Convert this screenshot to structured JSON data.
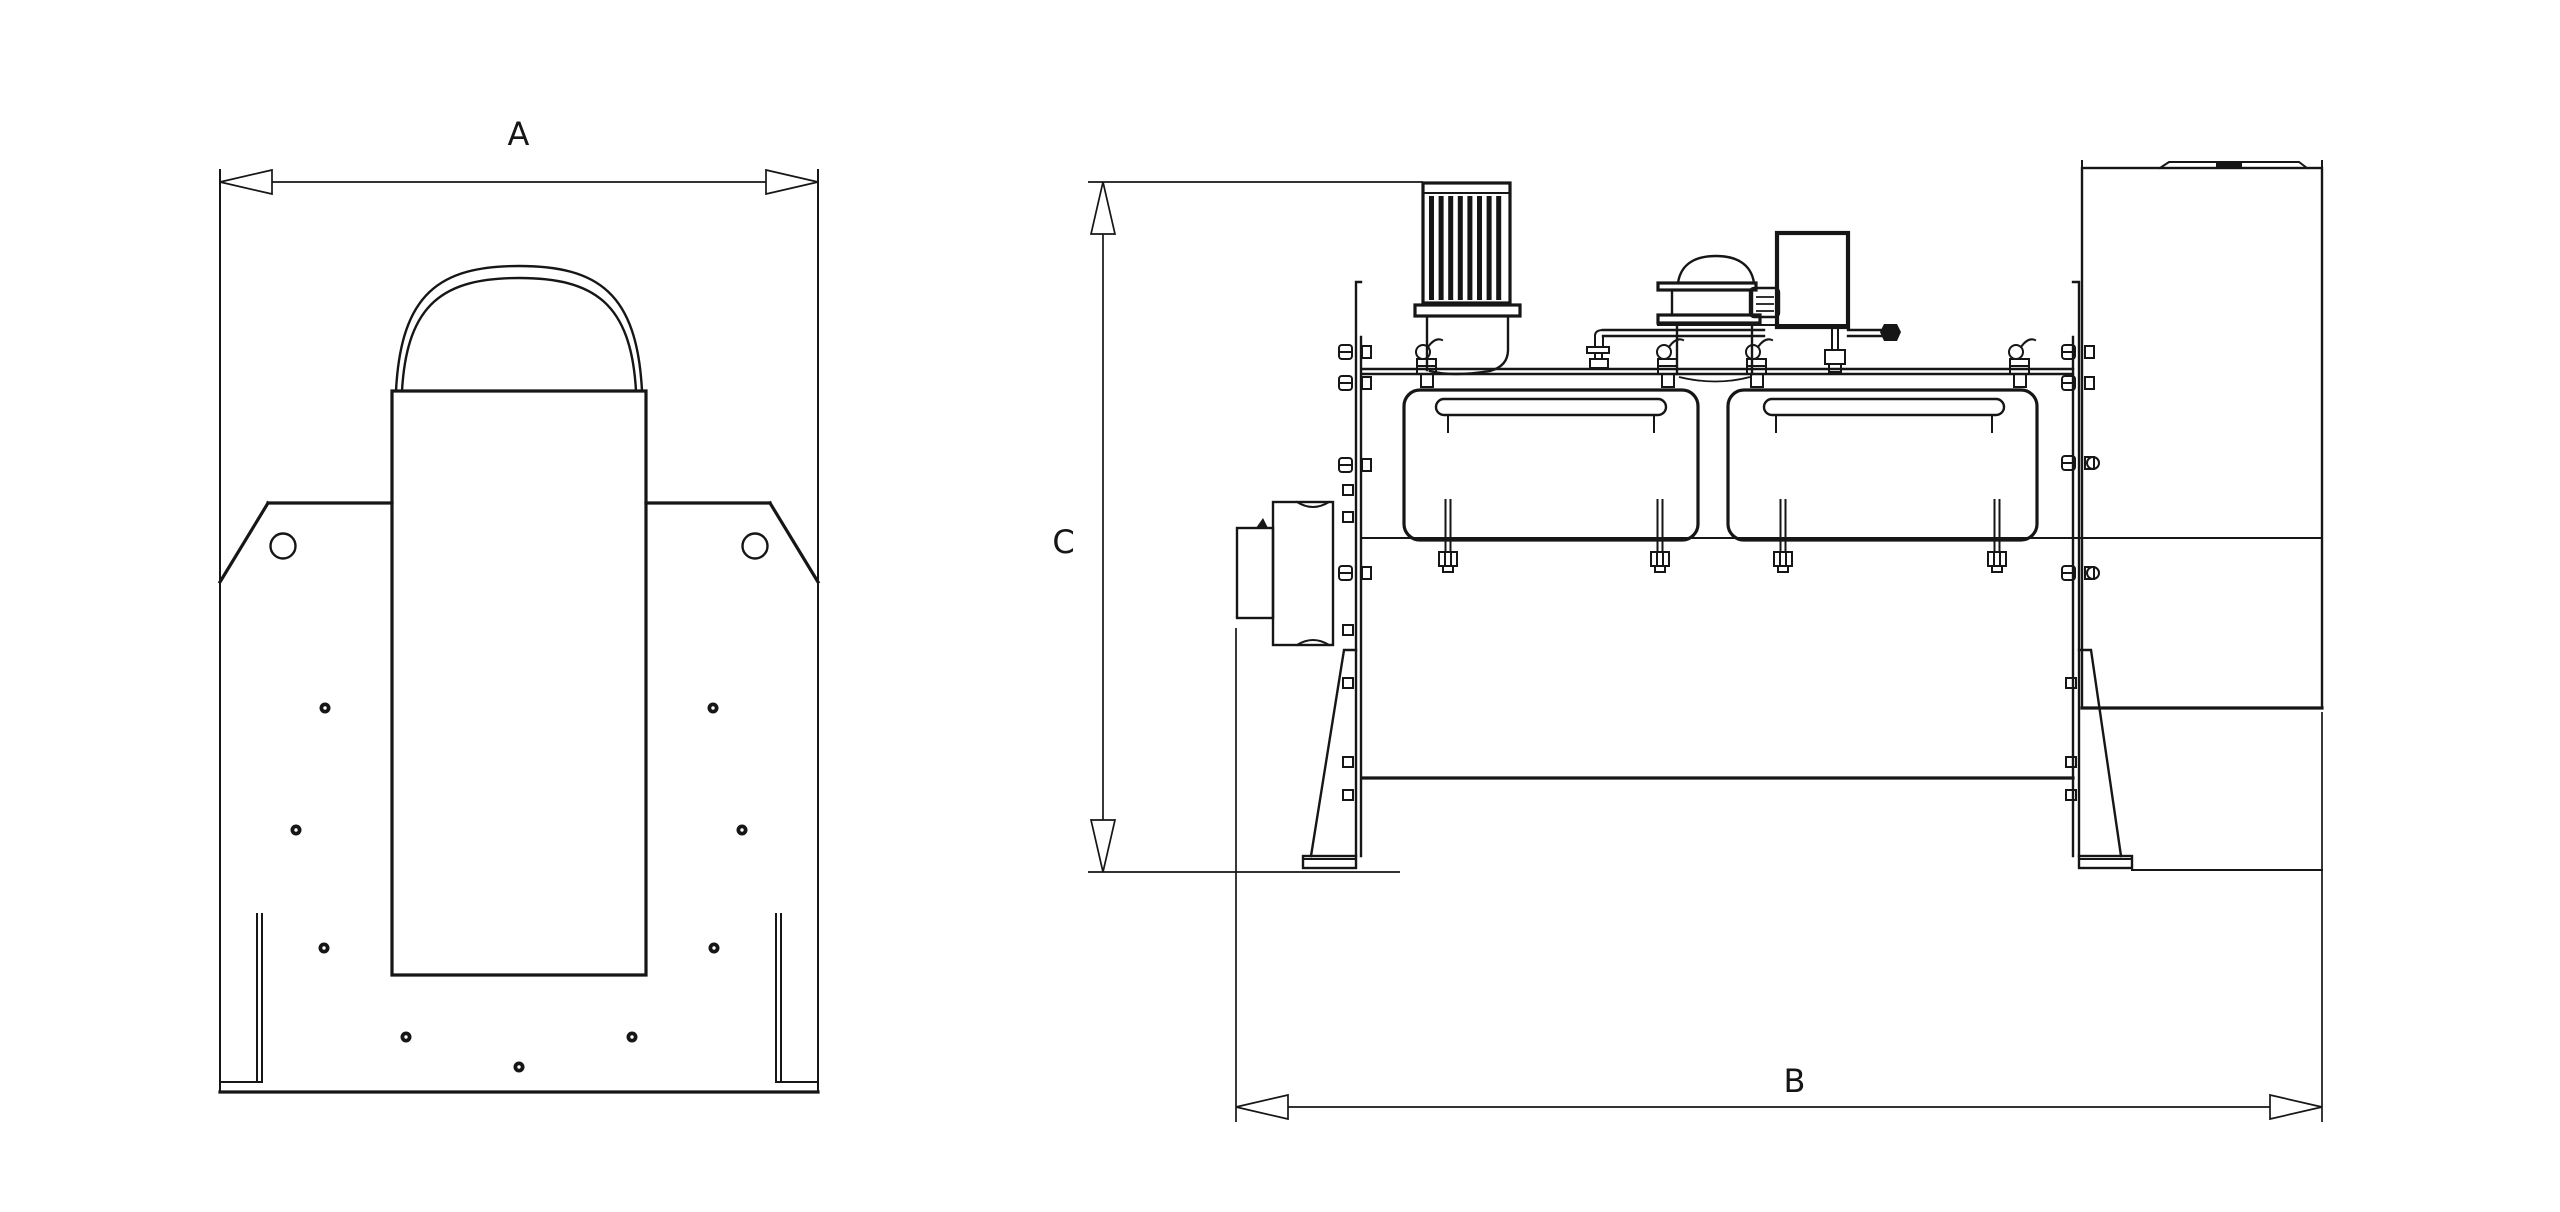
{
  "page": {
    "background": "#ffffff",
    "line_color": "#161616",
    "description_text": ""
  },
  "dimensions": {
    "a": {
      "label": "A"
    },
    "b": {
      "label": "B"
    },
    "c": {
      "label": "C"
    }
  }
}
